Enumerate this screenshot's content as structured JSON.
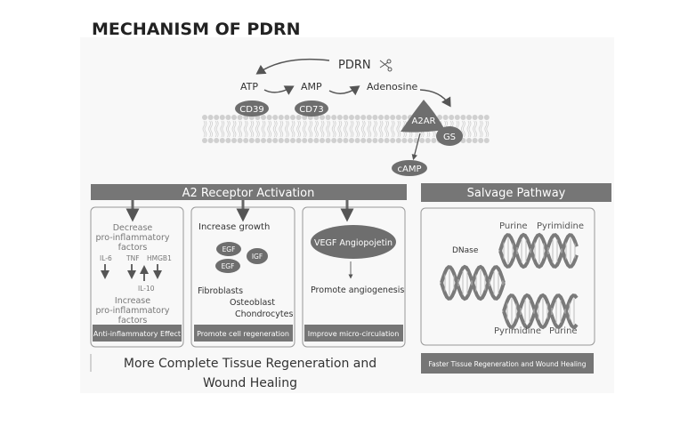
{
  "title": "MECHANISM OF PDRN",
  "top": {
    "pdrn": "PDRN",
    "scissors_icon": "scissors-icon",
    "atp": "ATP",
    "amp": "AMP",
    "adenosine": "Adenosine",
    "cd39": "CD39",
    "cd73": "CD73",
    "a2ar": "A2AR",
    "gs": "GS",
    "camp": "cAMP"
  },
  "a2": {
    "header": "A2 Receptor Activation",
    "box1": {
      "decrease": [
        "Decrease",
        "pro-inflammatory",
        "factors"
      ],
      "il6": "IL-6",
      "tnf": "TNF",
      "hmgb1": "HMGB1",
      "il10": "IL-10",
      "increase": [
        "Increase",
        "pro-inflammatory",
        "factors"
      ],
      "footer": "Anti-inflammatory Effect"
    },
    "box2": {
      "heading": "Increase growth",
      "egf1": "EGF",
      "igf": "IGF",
      "egf2": "EGF",
      "fibroblasts": "Fibroblasts",
      "osteoblast": "Osteoblast",
      "chondrocytes": "Chondrocytes",
      "footer": "Promote cell regeneration"
    },
    "box3": {
      "vegf": "VEGF Angiopojetin",
      "promote": "Promote angiogenesis",
      "footer": "Improve micro-circulation"
    },
    "conclusion": [
      "More Complete Tissue Regeneration and",
      "Wound Healing"
    ]
  },
  "salvage": {
    "header": "Salvage Pathway",
    "dnase": "DNase",
    "purine_top": "Purine",
    "pyrimidine_top": "Pyrimidine",
    "pyrimidine_bottom": "Pyrimidine",
    "purine_bottom": "Purine",
    "footer": "Faster Tissue Regeneration and Wound Healing"
  },
  "colors": {
    "bar": "#767676",
    "ellipse": "#6e6e6e",
    "membrane": "#d0d0d0",
    "dna": "#7a7a7a"
  }
}
